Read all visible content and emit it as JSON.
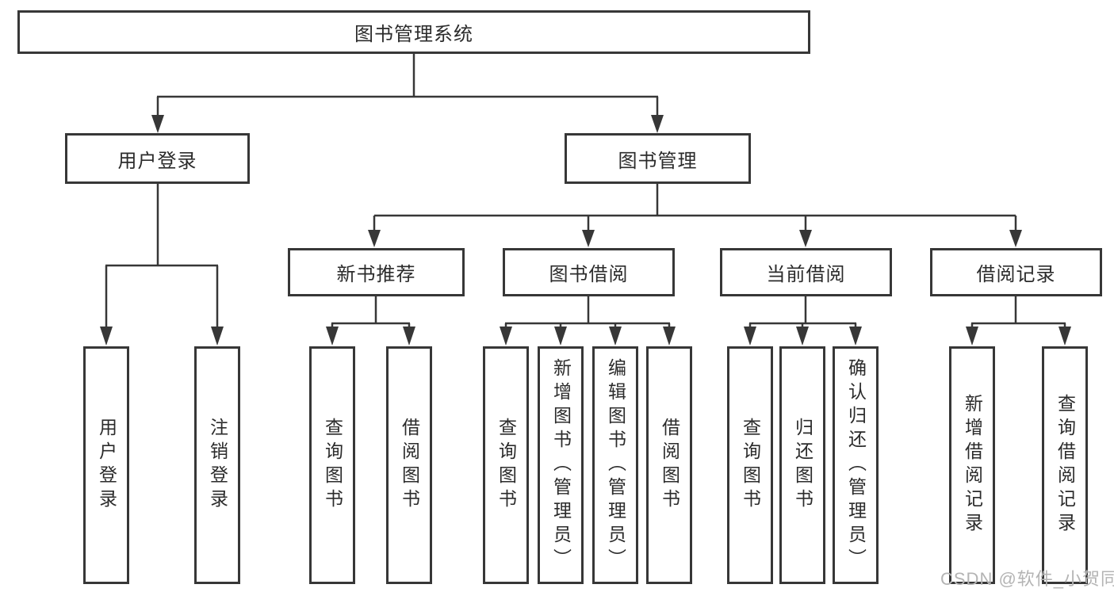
{
  "tree": {
    "root": {
      "label": "图书管理系统"
    },
    "branches": [
      {
        "label": "用户登录",
        "leaves": [
          {
            "label": "用户登录"
          },
          {
            "label": "注销登录"
          }
        ]
      },
      {
        "label": "图书管理",
        "groups": [
          {
            "label": "新书推荐",
            "leaves": [
              {
                "label": "查询图书"
              },
              {
                "label": "借阅图书"
              }
            ]
          },
          {
            "label": "图书借阅",
            "leaves": [
              {
                "label": "查询图书"
              },
              {
                "label": "新增图书（管理员）"
              },
              {
                "label": "编辑图书（管理员）"
              },
              {
                "label": "借阅图书"
              }
            ]
          },
          {
            "label": "当前借阅",
            "leaves": [
              {
                "label": "查询图书"
              },
              {
                "label": "归还图书"
              },
              {
                "label": "确认归还（管理员）"
              }
            ]
          },
          {
            "label": "借阅记录",
            "leaves": [
              {
                "label": "新增借阅记录"
              },
              {
                "label": "查询借阅记录"
              }
            ]
          }
        ]
      }
    ]
  },
  "watermark": "CSDN @软件_小贺同学",
  "colors": {
    "line": "#373737",
    "text": "#2b2b2b",
    "watermark": "#b4b4b4",
    "background": "#ffffff"
  }
}
